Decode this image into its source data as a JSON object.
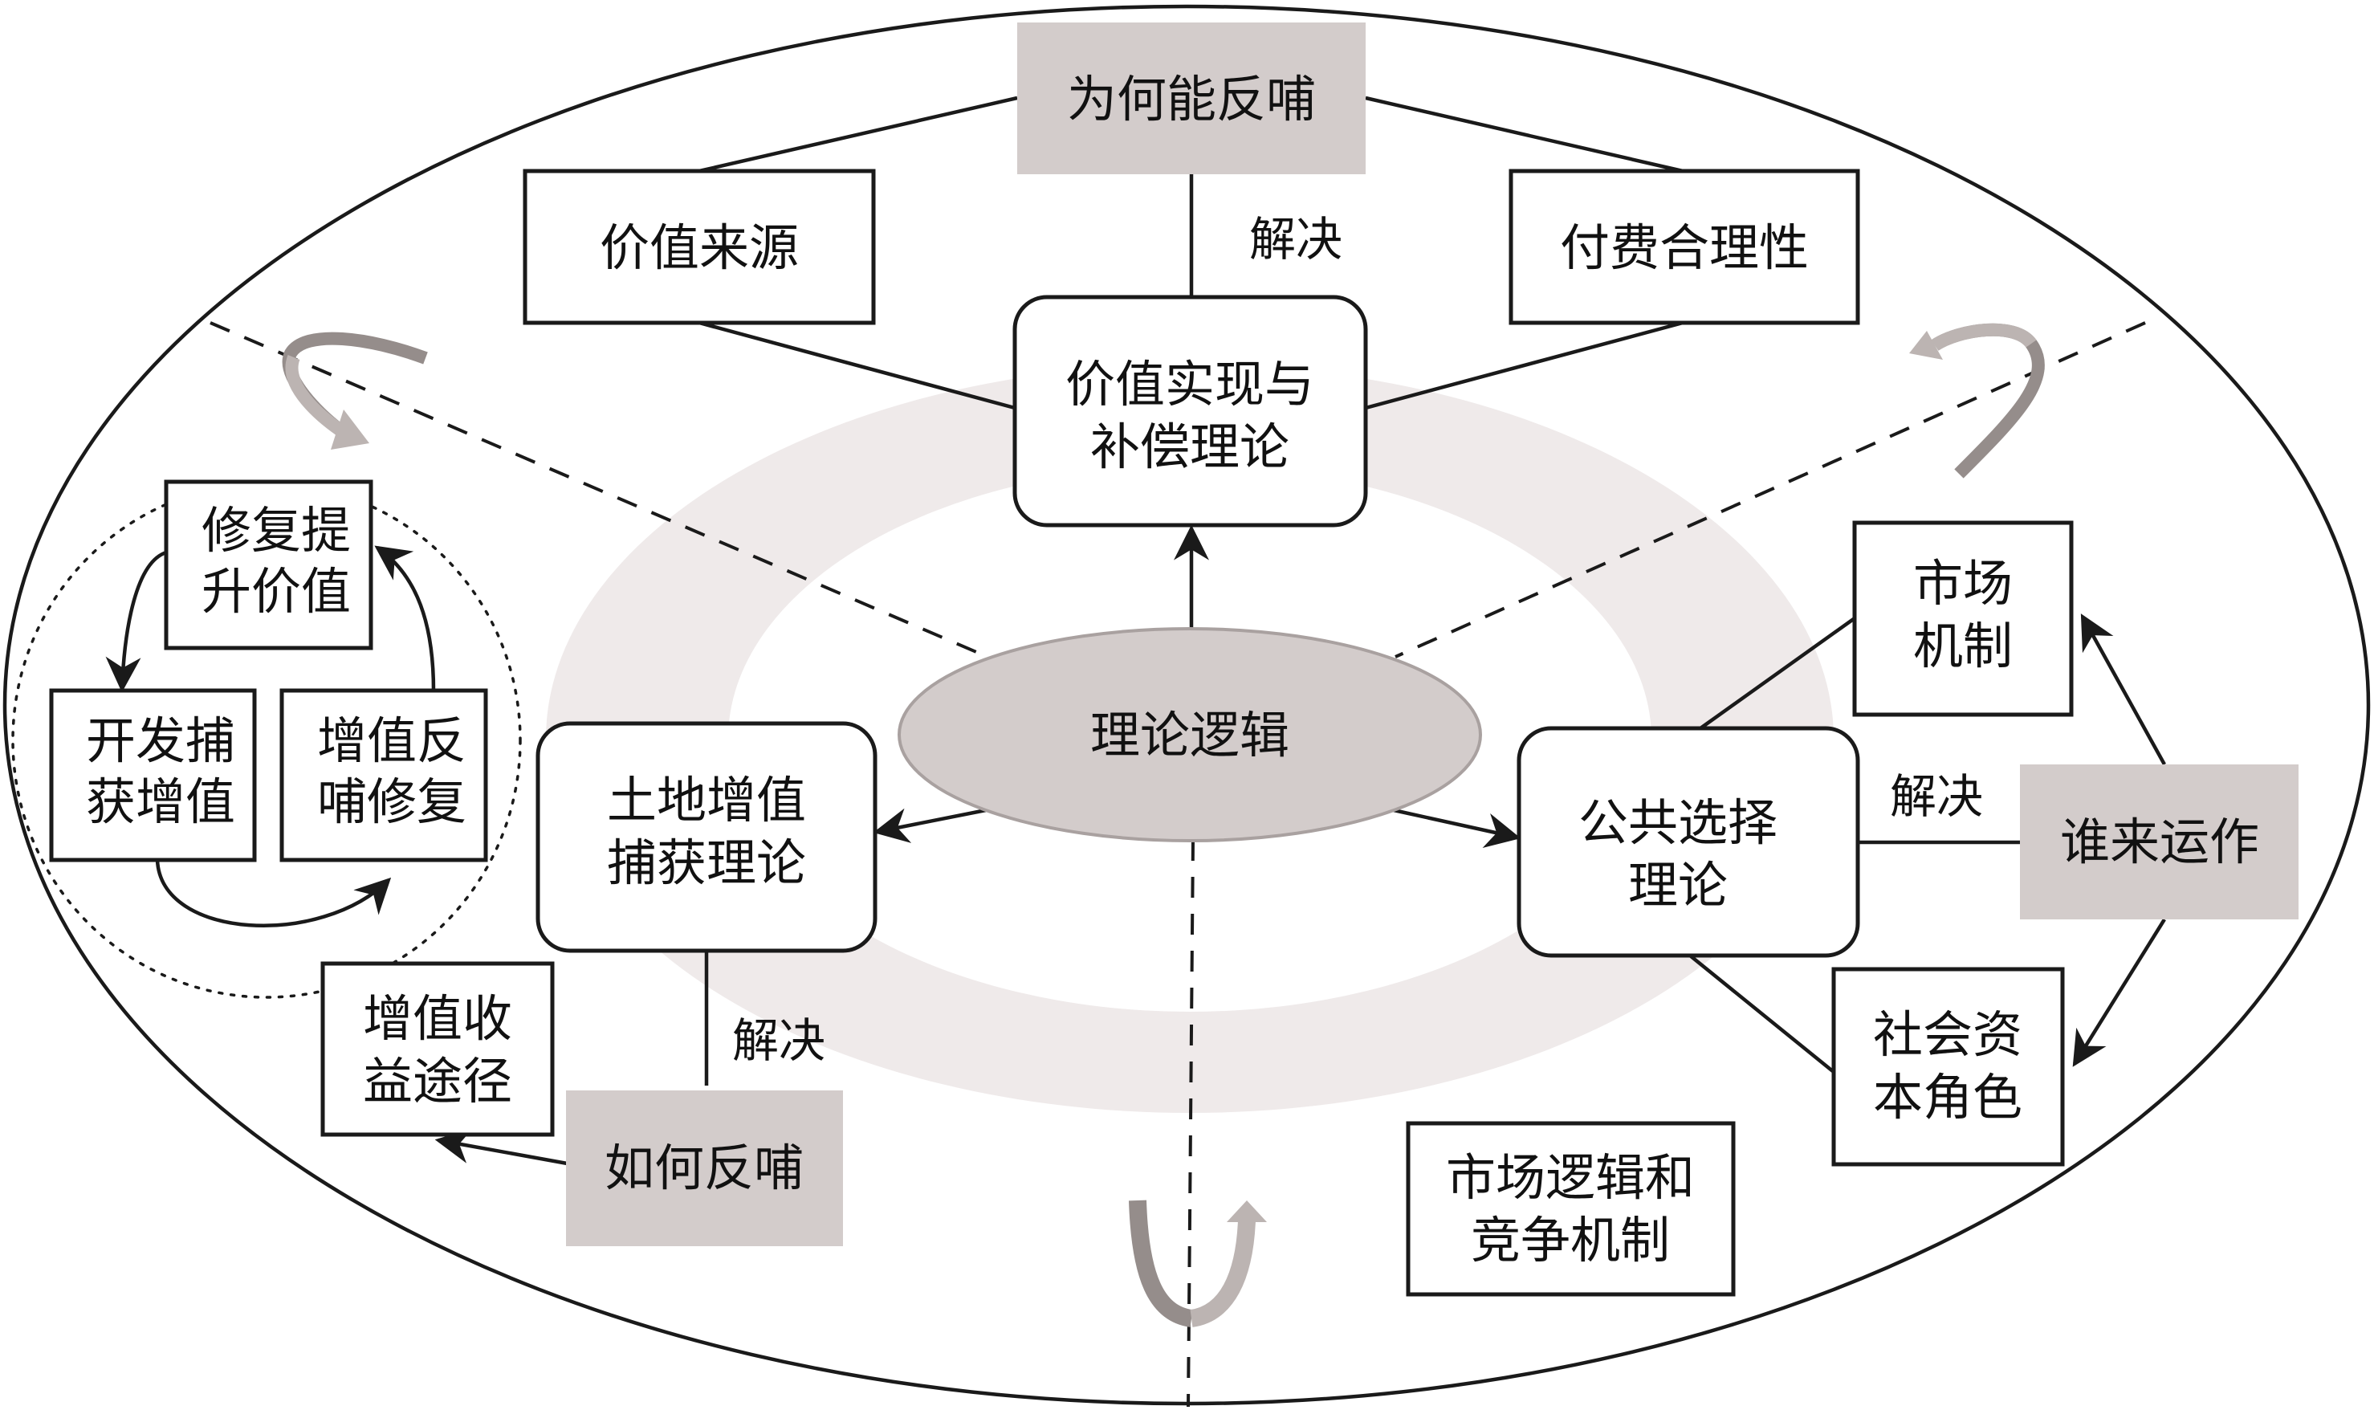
{
  "diagram": {
    "center": {
      "label": "理论逻辑"
    },
    "theories": {
      "top": {
        "label_line1": "价值实现与",
        "label_line2": "补偿理论"
      },
      "left": {
        "label_line1": "土地增值",
        "label_line2": "捕获理论"
      },
      "right": {
        "label_line1": "公共选择",
        "label_line2": "理论"
      }
    },
    "questions": {
      "top": {
        "label": "为何能反哺"
      },
      "left": {
        "label": "如何反哺"
      },
      "right": {
        "label": "谁来运作"
      }
    },
    "connector_label": "解决",
    "top_branch": {
      "left_box": "价值来源",
      "right_box": "付费合理性"
    },
    "left_branch": {
      "cycle": {
        "repair": {
          "line1": "修复提",
          "line2": "升价值"
        },
        "capture": {
          "line1": "开发捕",
          "line2": "获增值"
        },
        "feedback": {
          "line1": "增值反",
          "line2": "哺修复"
        }
      },
      "income": {
        "line1": "增值收",
        "line2": "益途径"
      }
    },
    "right_branch": {
      "market": {
        "line1": "市场",
        "line2": "机制"
      },
      "social": {
        "line1": "社会资",
        "line2": "本角色"
      },
      "logic": {
        "line1": "市场逻辑和",
        "line2": "竞争机制"
      }
    },
    "colors": {
      "gray_box": "#d3cccb",
      "ring": "#efeaea",
      "arrow_dark": "#958d8b",
      "arrow_light": "#bcb4b2",
      "ellipse_stroke": "#a9a1a0"
    }
  }
}
